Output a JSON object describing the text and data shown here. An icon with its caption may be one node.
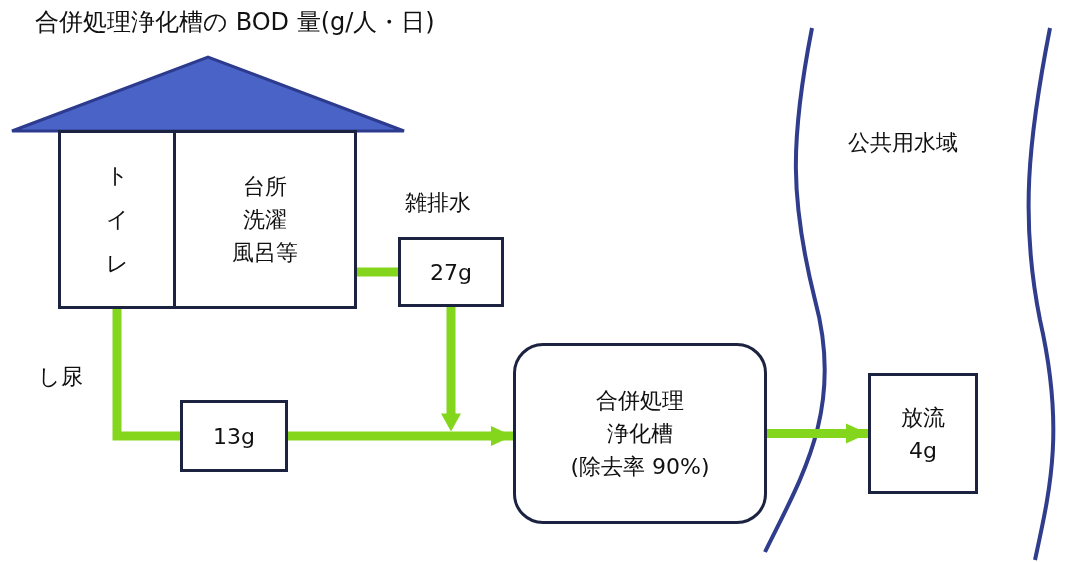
{
  "diagram": {
    "title": "合併処理浄化槽の BOD 量(g/人・日)",
    "nodes": [
      {
        "text": [],
        "shape": "house"
      },
      {
        "text": [
          "トイレ"
        ]
      },
      {
        "text": [
          "台所",
          "洗濯",
          "風呂等"
        ]
      },
      {
        "text": [
          "27g"
        ],
        "beside": [
          "雑排水"
        ]
      },
      {
        "text": [
          "13g"
        ]
      },
      {
        "text": [
          "合併処理浄化槽",
          "(除去率 90%)"
        ]
      },
      {
        "text": [
          "放流",
          "4g"
        ]
      }
    ],
    "edges": [
      {
        "from": 1,
        "to": 4,
        "arrow": "none"
      },
      {
        "from": 2,
        "to": 3,
        "arrow": "none"
      },
      {
        "from": 3,
        "to": 5,
        "arrow": "to"
      },
      {
        "from": 4,
        "to": 5,
        "arrow": "to"
      },
      {
        "from": 5,
        "to": 6,
        "arrow": "to"
      }
    ],
    "labels": [
      "公共用水域",
      "し尿"
    ]
  }
}
